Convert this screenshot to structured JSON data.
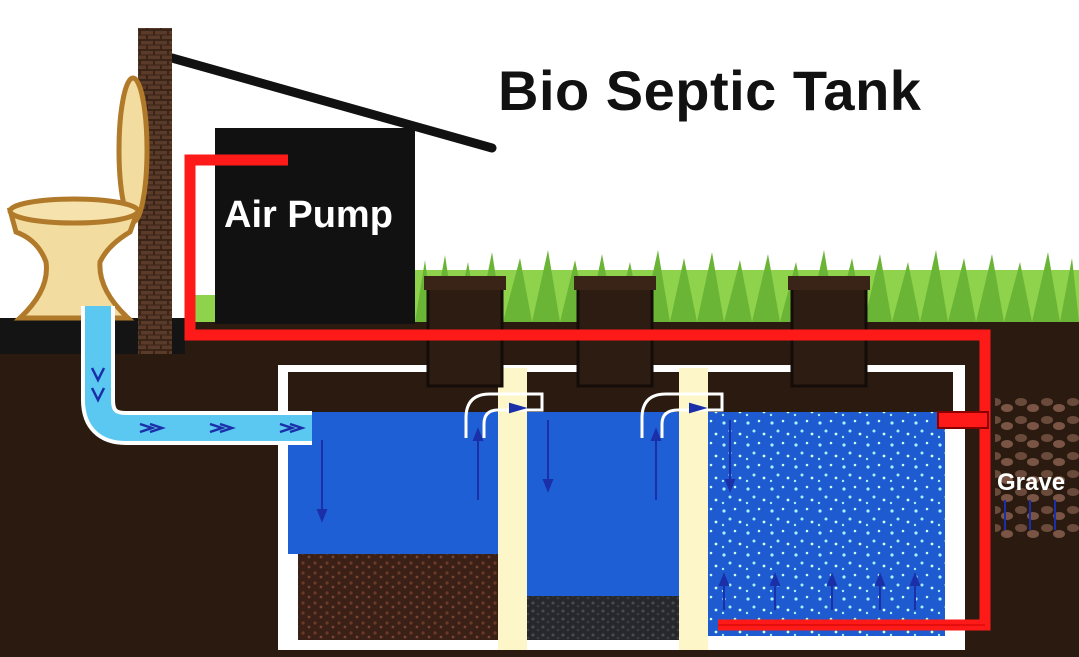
{
  "title": "Bio Septic Tank",
  "labels": {
    "air_pump": "Air Pump",
    "gravel": "Grave"
  },
  "colors": {
    "soil": "#2a1a10",
    "grass": "#7cc241",
    "water": "#1f5fd6",
    "air_line": "#ff1a1a",
    "pipe": "#5ac8f0",
    "pump_box": "#111111",
    "baffle": "#fdf6c8",
    "sludge": "#4a2a1c"
  },
  "icons": [
    "toilet-icon",
    "brick-wall-icon",
    "roof-icon",
    "flow-arrow-icon",
    "air-bubble-icon"
  ]
}
